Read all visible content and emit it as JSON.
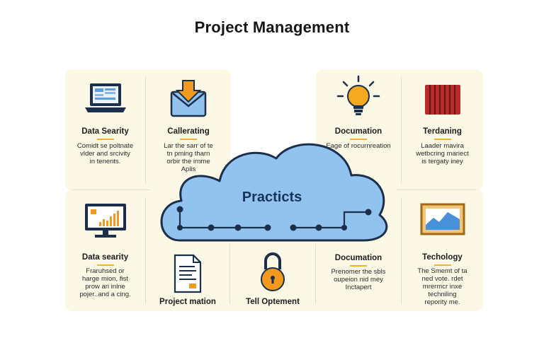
{
  "title": "Project Management",
  "cloud": {
    "label": "Practicts"
  },
  "cards": {
    "data_security_top": {
      "label": "Data Searity",
      "desc": [
        "Comidt se poltnate",
        "vlder and srcivity",
        "in tenents."
      ]
    },
    "calleratting": {
      "label": "Callerating",
      "desc": [
        "Lar the sarr of te",
        "tn pming tharn",
        "orbir the irnme",
        "Aplis"
      ]
    },
    "documentation_top": {
      "label": "Documation",
      "desc": [
        "Eage of rocurnreation"
      ]
    },
    "terdaning": {
      "label": "Terdaning",
      "desc": [
        "Laader mavira",
        "wetbcring mariect",
        "is tergaty iney"
      ]
    },
    "data_security_bottom": {
      "label": "Data searity",
      "desc": [
        "Fraruhsed or",
        "harge mion, fist",
        "prow ari inlne",
        "pojer..and a cing."
      ]
    },
    "project_mation": {
      "label": "Project mation"
    },
    "tell_optement": {
      "label": "Tell Optement"
    },
    "documentation_bottom": {
      "label": "Documation",
      "desc": [
        "Prenomer the sbls",
        "oupeion nid mey",
        "Inctapert"
      ]
    },
    "technology": {
      "label": "Techology",
      "desc": [
        "The Smemt of ta",
        "ned vote. rdet",
        "mrermcr inxe",
        "techniling",
        "repority me."
      ]
    }
  },
  "colors": {
    "accent": "#f0b429",
    "cloud_fill": "#92c2ee",
    "cloud_stroke": "#1b2e4a",
    "panel_bg": "#fbf8e6",
    "lock_orange": "#f39a1e",
    "server_red": "#b82c2c"
  },
  "icons": {
    "data_security_top": "laptop-icon",
    "calleratting": "envelope-download-icon",
    "documentation_top": "lightbulb-icon",
    "terdaning": "server-rack-icon",
    "data_security_bottom": "monitor-chart-icon",
    "project_mation": "document-icon",
    "tell_optement": "padlock-icon",
    "technology": "framed-chart-icon"
  }
}
